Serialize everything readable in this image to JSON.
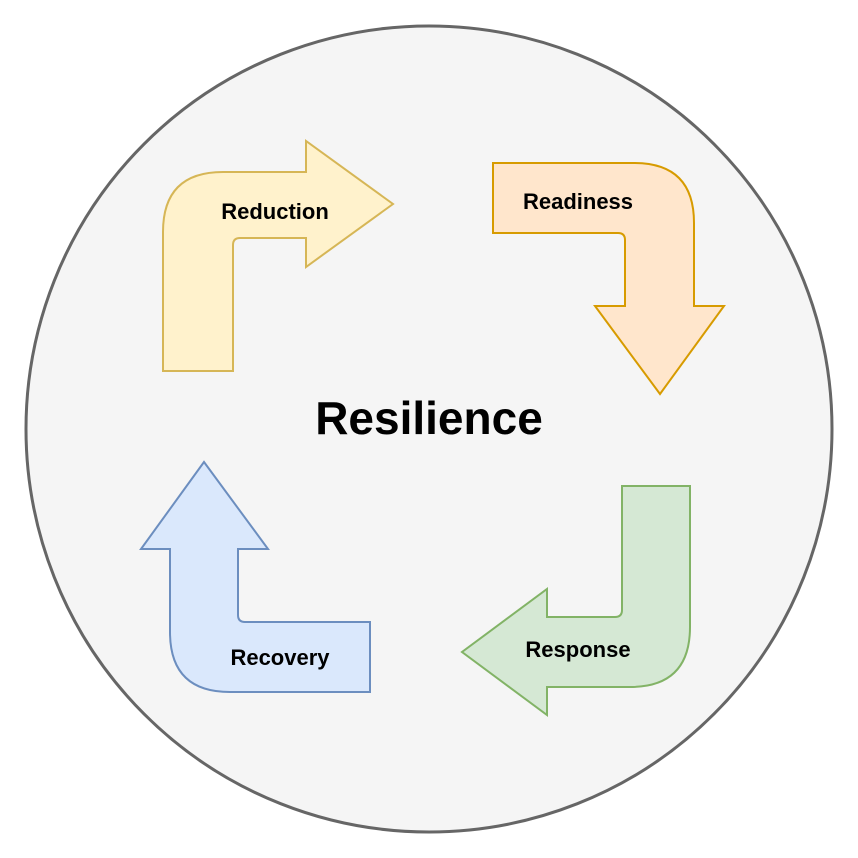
{
  "center": {
    "label": "Resilience"
  },
  "phases": [
    {
      "label": "Reduction",
      "fill": "#fff2cc",
      "stroke": "#d6b656"
    },
    {
      "label": "Readiness",
      "fill": "#ffe6cc",
      "stroke": "#d79b00"
    },
    {
      "label": "Response",
      "fill": "#d5e8d4",
      "stroke": "#82b366"
    },
    {
      "label": "Recovery",
      "fill": "#dae8fc",
      "stroke": "#6c8ebf"
    }
  ],
  "colors": {
    "circle_fill": "#f5f5f5",
    "circle_stroke": "#666666"
  }
}
